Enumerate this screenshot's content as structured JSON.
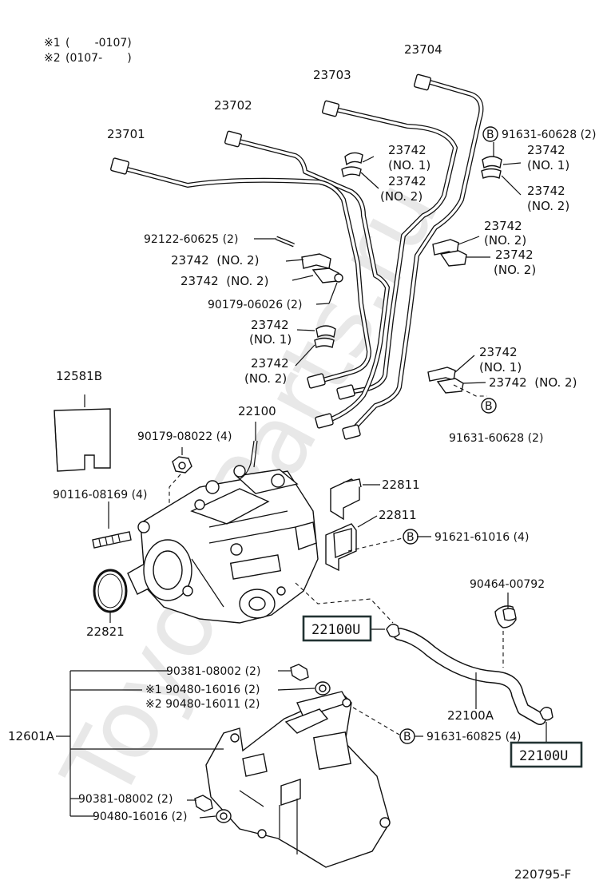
{
  "watermark": "ToyotaParts.ru",
  "notes": [
    {
      "mark": "※1",
      "text": "(       -0107)"
    },
    {
      "mark": "※2",
      "text": "(0107-       )"
    }
  ],
  "labels": {
    "p23704": "23704",
    "p23703": "23703",
    "p23702": "23702",
    "p23701": "23701",
    "b_9163160628_top": "91631-60628 (2)",
    "c23742_no1_a": "23742",
    "c23742_no1_a_sub": "(NO. 1)",
    "c23742_no2_a": "23742",
    "c23742_no2_a_sub": "(NO. 2)",
    "c23742_no1_b": "23742",
    "c23742_no1_b_sub": "(NO. 1)",
    "c23742_no2_b": "23742",
    "c23742_no2_b_sub": "(NO. 2)",
    "c23742_no2_c": "23742",
    "c23742_no2_c_sub": "(NO. 2)",
    "c23742_no2_d": "23742",
    "c23742_no2_d_sub": "(NO. 2)",
    "p9212260625": "92122-60625 (2)",
    "c23742_no2_e": "23742  (NO. 2)",
    "c23742_no2_f": "23742  (NO. 2)",
    "p9017906026": "90179-06026 (2)",
    "c23742_no1_g": "23742",
    "c23742_no1_g_sub": "(NO. 1)",
    "c23742_no2_g": "23742",
    "c23742_no2_g_sub": "(NO. 2)",
    "c23742_no1_h": "23742",
    "c23742_no1_h_sub": "(NO. 1)",
    "c23742_no2_h": "23742  (NO. 2)",
    "b_9163160628_mid": "91631-60628 (2)",
    "p12581B": "12581B",
    "p22100": "22100",
    "p9017908022": "90179-08022 (4)",
    "p9011608169": "90116-08169 (4)",
    "p22811_a": "22811",
    "p22811_b": "22811",
    "b_9162161016": "91621-61016 (4)",
    "p22821": "22821",
    "p22100U_a": "22100U",
    "p9046400792": "90464-00792",
    "p9038108002_top": "90381-08002 (2)",
    "p9048016016_top": "※1 90480-16016 (2)",
    "p9048016011": "※2 90480-16011 (2)",
    "p12601A": "12601A",
    "p22100A": "22100A",
    "b_9163160825": "91631-60825 (4)",
    "p22100U_b": "22100U",
    "p9038108002_bot": "90381-08002 (2)",
    "p9048016016_bot": "90480-16016 (2)",
    "b_mark": "B",
    "figure_code": "220795-F"
  }
}
